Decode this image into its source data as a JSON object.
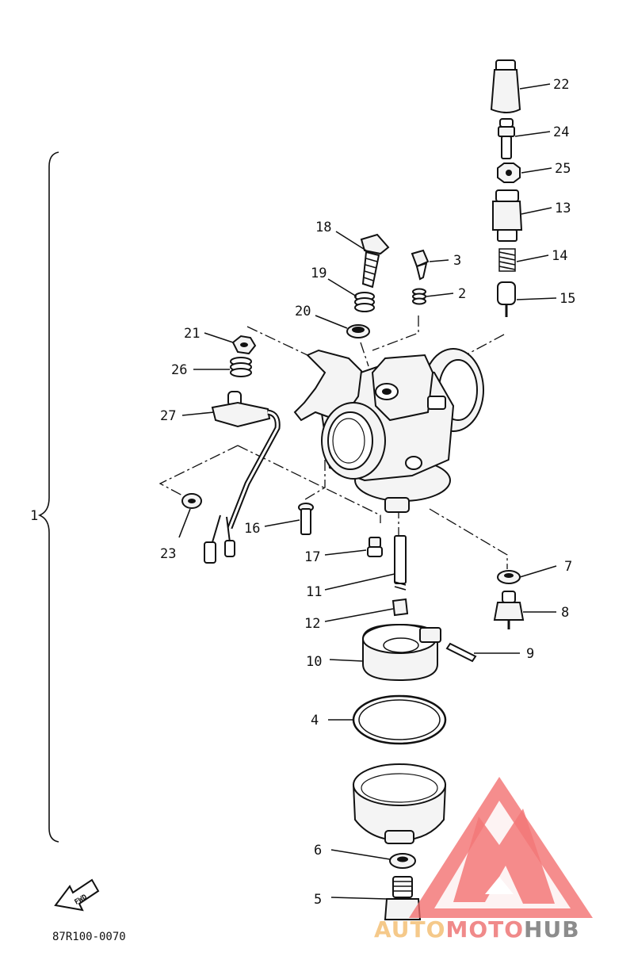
{
  "diagram": {
    "assembly_label": "1",
    "part_code": "87R100-0070",
    "fwd_label": "FWD",
    "callouts": [
      {
        "id": "c22",
        "text": "22"
      },
      {
        "id": "c24",
        "text": "24"
      },
      {
        "id": "c25",
        "text": "25"
      },
      {
        "id": "c13",
        "text": "13"
      },
      {
        "id": "c14",
        "text": "14"
      },
      {
        "id": "c15",
        "text": "15"
      },
      {
        "id": "c18",
        "text": "18"
      },
      {
        "id": "c3",
        "text": "3"
      },
      {
        "id": "c19",
        "text": "19"
      },
      {
        "id": "c2",
        "text": "2"
      },
      {
        "id": "c20",
        "text": "20"
      },
      {
        "id": "c21",
        "text": "21"
      },
      {
        "id": "c26",
        "text": "26"
      },
      {
        "id": "c27",
        "text": "27"
      },
      {
        "id": "c1",
        "text": "1"
      },
      {
        "id": "c16",
        "text": "16"
      },
      {
        "id": "c23",
        "text": "23"
      },
      {
        "id": "c17",
        "text": "17"
      },
      {
        "id": "c11",
        "text": "11"
      },
      {
        "id": "c7",
        "text": "7"
      },
      {
        "id": "c8",
        "text": "8"
      },
      {
        "id": "c12",
        "text": "12"
      },
      {
        "id": "c10",
        "text": "10"
      },
      {
        "id": "c9",
        "text": "9"
      },
      {
        "id": "c4",
        "text": "4"
      },
      {
        "id": "c6",
        "text": "6"
      },
      {
        "id": "c5",
        "text": "5"
      }
    ]
  },
  "watermark": {
    "brand_part1": "AUTO",
    "brand_part2": "MOTO",
    "brand_part3": "HUB",
    "colors": {
      "auto": "#f5c98a",
      "moto": "#f08a8a",
      "hub": "#8c8c8c",
      "logo": "#f26b6b"
    }
  }
}
